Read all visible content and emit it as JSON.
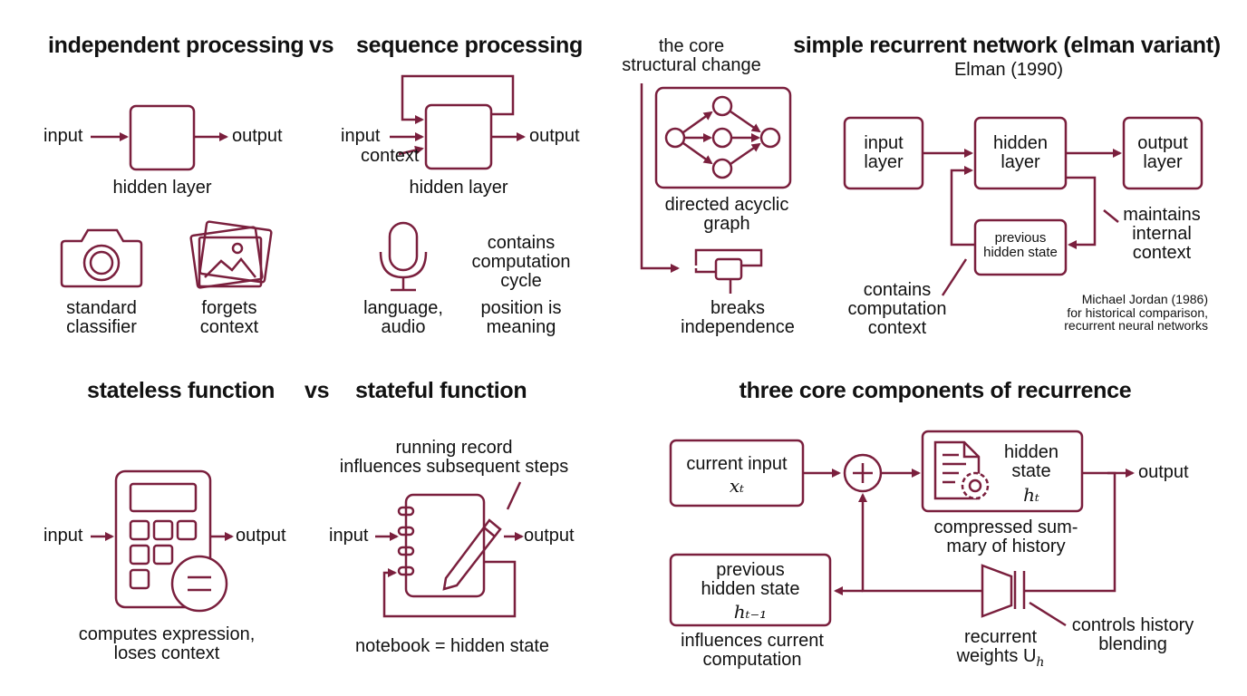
{
  "colors": {
    "accent": "#7a1f3d",
    "text": "#111111",
    "background": "#ffffff"
  },
  "top_left": {
    "title_independent": "independent processing",
    "vs_1": "vs",
    "title_sequence": "sequence processing",
    "independent": {
      "input": "input",
      "output": "output",
      "box_label": "hidden layer",
      "icon_camera_label": "standard\nclassifier",
      "icon_photos_label": "forgets\ncontext"
    },
    "sequence": {
      "input": "input",
      "context": "context",
      "output": "output",
      "box_label": "hidden layer",
      "icon_mic_label": "language,\naudio",
      "cycle_label": "contains\ncomputation\ncycle",
      "position_label": "position is\nmeaning"
    }
  },
  "core_change": {
    "title": "the core\nstructural change",
    "dag_label": "directed acyclic\ngraph",
    "breaks_label": "breaks\nindependence"
  },
  "elman": {
    "title": "simple recurrent network (elman variant)",
    "citation": "Elman (1990)",
    "input_layer": "input\nlayer",
    "hidden_layer": "hidden\nlayer",
    "output_layer": "output\nlayer",
    "previous_state": "previous\nhidden state",
    "maintains": "maintains\ninternal\ncontext",
    "contains": "contains\ncomputation\ncontext",
    "jordan_note": "Michael Jordan (1986)\nfor historical comparison,\nrecurrent neural networks"
  },
  "bottom_left": {
    "title_stateless": "stateless function",
    "vs_2": "vs",
    "title_stateful": "stateful function",
    "stateless": {
      "input": "input",
      "output": "output",
      "caption": "computes expression,\nloses context"
    },
    "stateful": {
      "running_record": "running record\ninfluences subsequent steps",
      "input": "input",
      "output": "output",
      "caption": "notebook = hidden state"
    }
  },
  "components": {
    "title": "three core components of recurrence",
    "current_input": "current input",
    "current_input_sym": "xₜ",
    "hidden_state": "hidden\nstate",
    "hidden_state_sym": "hₜ",
    "output": "output",
    "compressed": "compressed sum-\nmary of history",
    "previous_state": "previous\nhidden state",
    "previous_state_sym": "hₜ₋₁",
    "influences": "influences current\ncomputation",
    "recurrent_weights": "recurrent\nweights U",
    "recurrent_weights_sub": "h",
    "controls": "controls history\nblending"
  }
}
